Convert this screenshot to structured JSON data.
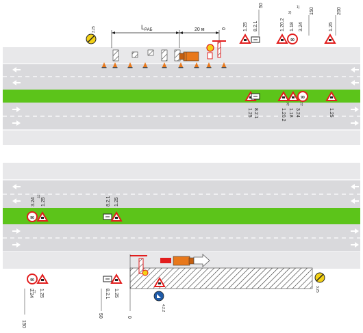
{
  "top": {
    "dimension_label_main": "L",
    "dimension_label_sub": "РАБ",
    "dimension_label_20m": "20 м",
    "zero_label": "0",
    "sign_3_25": "3.25",
    "above_sign_labels": [
      {
        "code": "1.25",
        "plate": "8.2.1",
        "dist": "50"
      },
      {
        "code": "1.20.2",
        "sup": "2)",
        "code2": "1.18",
        "plate": "",
        "dist": ""
      },
      {
        "code": "3.24",
        "sup": "1)",
        "dist": "150"
      },
      {
        "code": "1.25",
        "dist": "200"
      }
    ],
    "median_labels": [
      "1.25",
      "8.2.1",
      "1.20.2",
      "1.18",
      "3.24",
      "1.25"
    ],
    "median_sups": [
      "3)",
      "1)"
    ],
    "speed_value": "90",
    "arrow_glyph": "⇐",
    "arrow_glyph_r": "⇒"
  },
  "bottom": {
    "median_labels": [
      "3.24",
      "1.25",
      "8.2.1",
      "1.25"
    ],
    "median_sup": "1)",
    "speed_value": "90",
    "below_labels": {
      "left_codes": [
        "3.24",
        "1.25"
      ],
      "left_sup": "1)",
      "left_dist": "150",
      "mid_codes": [
        "8.2.1",
        "1.25"
      ],
      "mid_dist": "50",
      "zero": "0",
      "sign_4_2_2": "4.2.2",
      "sign_3_25": "3.25"
    }
  },
  "colors": {
    "road": "#e8e8ea",
    "lane": "#d9d9dc",
    "median": "#5cc41a",
    "sign_red": "#e21d1d",
    "sign_yellow": "#f3d116",
    "truck": "#e8781b",
    "blue": "#1f5ba8"
  }
}
